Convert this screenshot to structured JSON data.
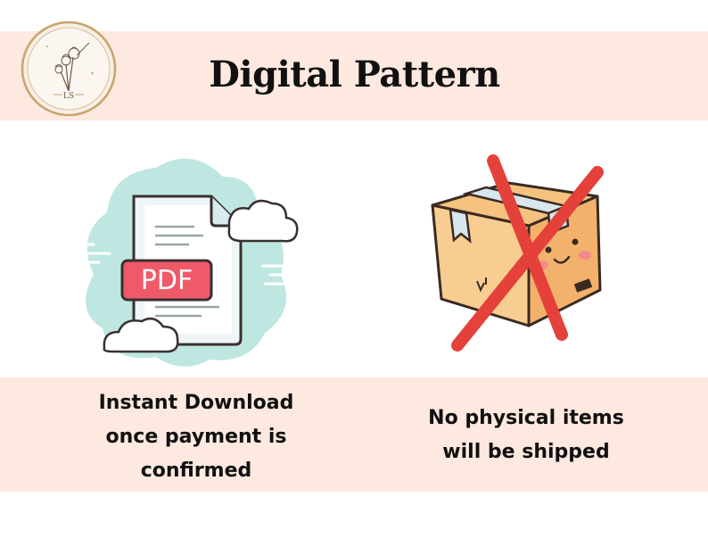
{
  "header": {
    "title": "Digital Pattern",
    "logo_initials": "LS"
  },
  "left_panel": {
    "badge_text": "PDF",
    "caption_lines": [
      "Instant Download",
      "once payment is",
      "confirmed"
    ]
  },
  "right_panel": {
    "caption_lines": [
      "No physical items",
      "will be shipped"
    ]
  },
  "colors": {
    "band": "#fde9df",
    "pdf_badge": "#ef5a6a",
    "cloud": "#bfe7e1",
    "box": "#f8c98a",
    "cross": "#e5413b",
    "logo_gold": "#c9a36b"
  }
}
